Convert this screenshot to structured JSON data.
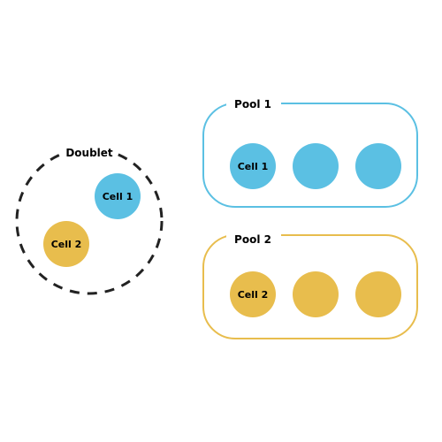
{
  "colors": {
    "pool1": "#5bc0e3",
    "pool2": "#e8bd4d",
    "doublet_border": "#222222",
    "text": "#000000"
  },
  "doublet": {
    "label": "Doublet",
    "cells": [
      {
        "label": "Cell 1",
        "color": "#5bc0e3"
      },
      {
        "label": "Cell 2",
        "color": "#e8bd4d"
      }
    ]
  },
  "pool1": {
    "label": "Pool 1",
    "cells": [
      {
        "label": "Cell 1"
      },
      {
        "label": ""
      },
      {
        "label": ""
      }
    ]
  },
  "pool2": {
    "label": "Pool 2",
    "cells": [
      {
        "label": "Cell 2"
      },
      {
        "label": ""
      },
      {
        "label": ""
      }
    ]
  }
}
